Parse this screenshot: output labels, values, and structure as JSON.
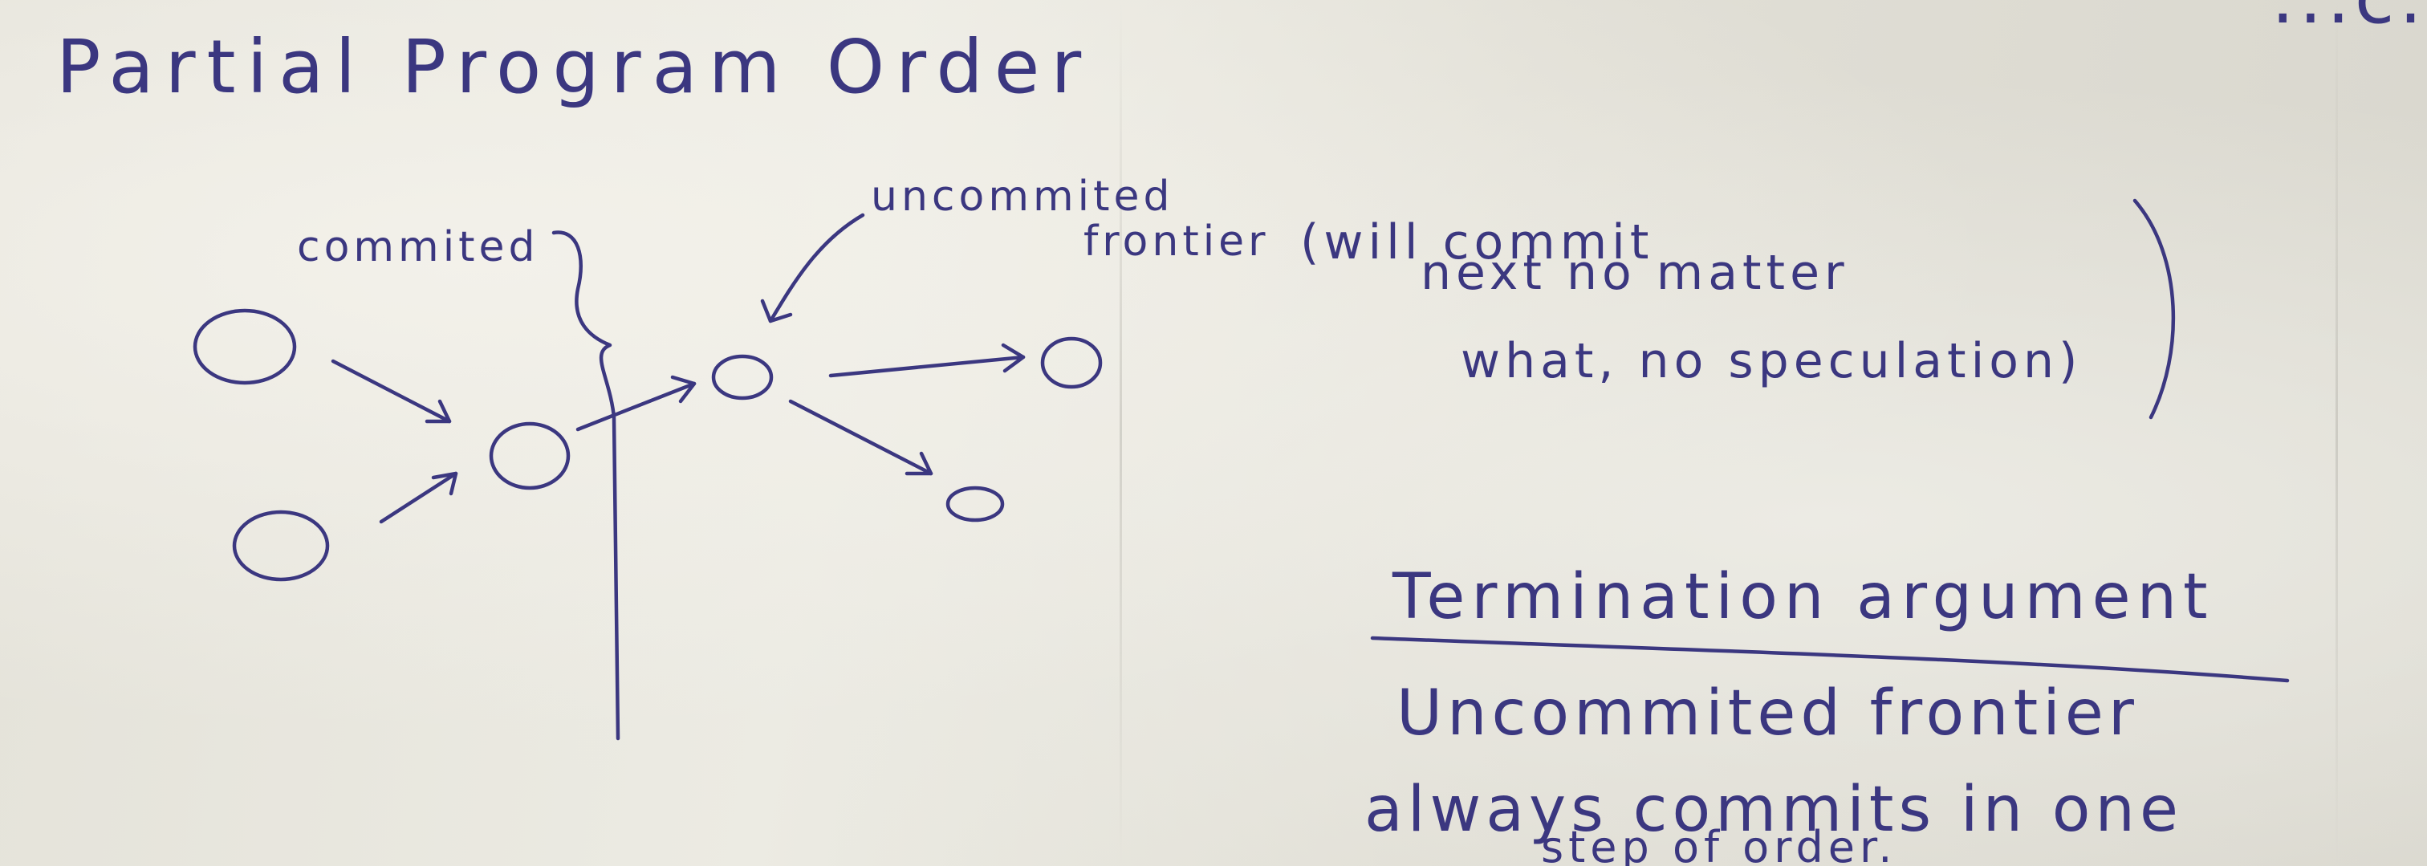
{
  "title": "Partial Program Order",
  "corner_fragment": "...c.",
  "diagram": {
    "committed_label": "commited",
    "uncommitted_label_line1": "uncommited",
    "uncommitted_label_line2": "frontier"
  },
  "note": {
    "line1": "(will commit",
    "line2": "next no matter",
    "line3": "what, no speculation)"
  },
  "argument": {
    "heading": "Termination argument",
    "line1": "Uncommited frontier",
    "line2": "always commits in one",
    "line3": "step of order."
  },
  "colors": {
    "ink": "#3b3780",
    "paper": "#e8e6de"
  }
}
